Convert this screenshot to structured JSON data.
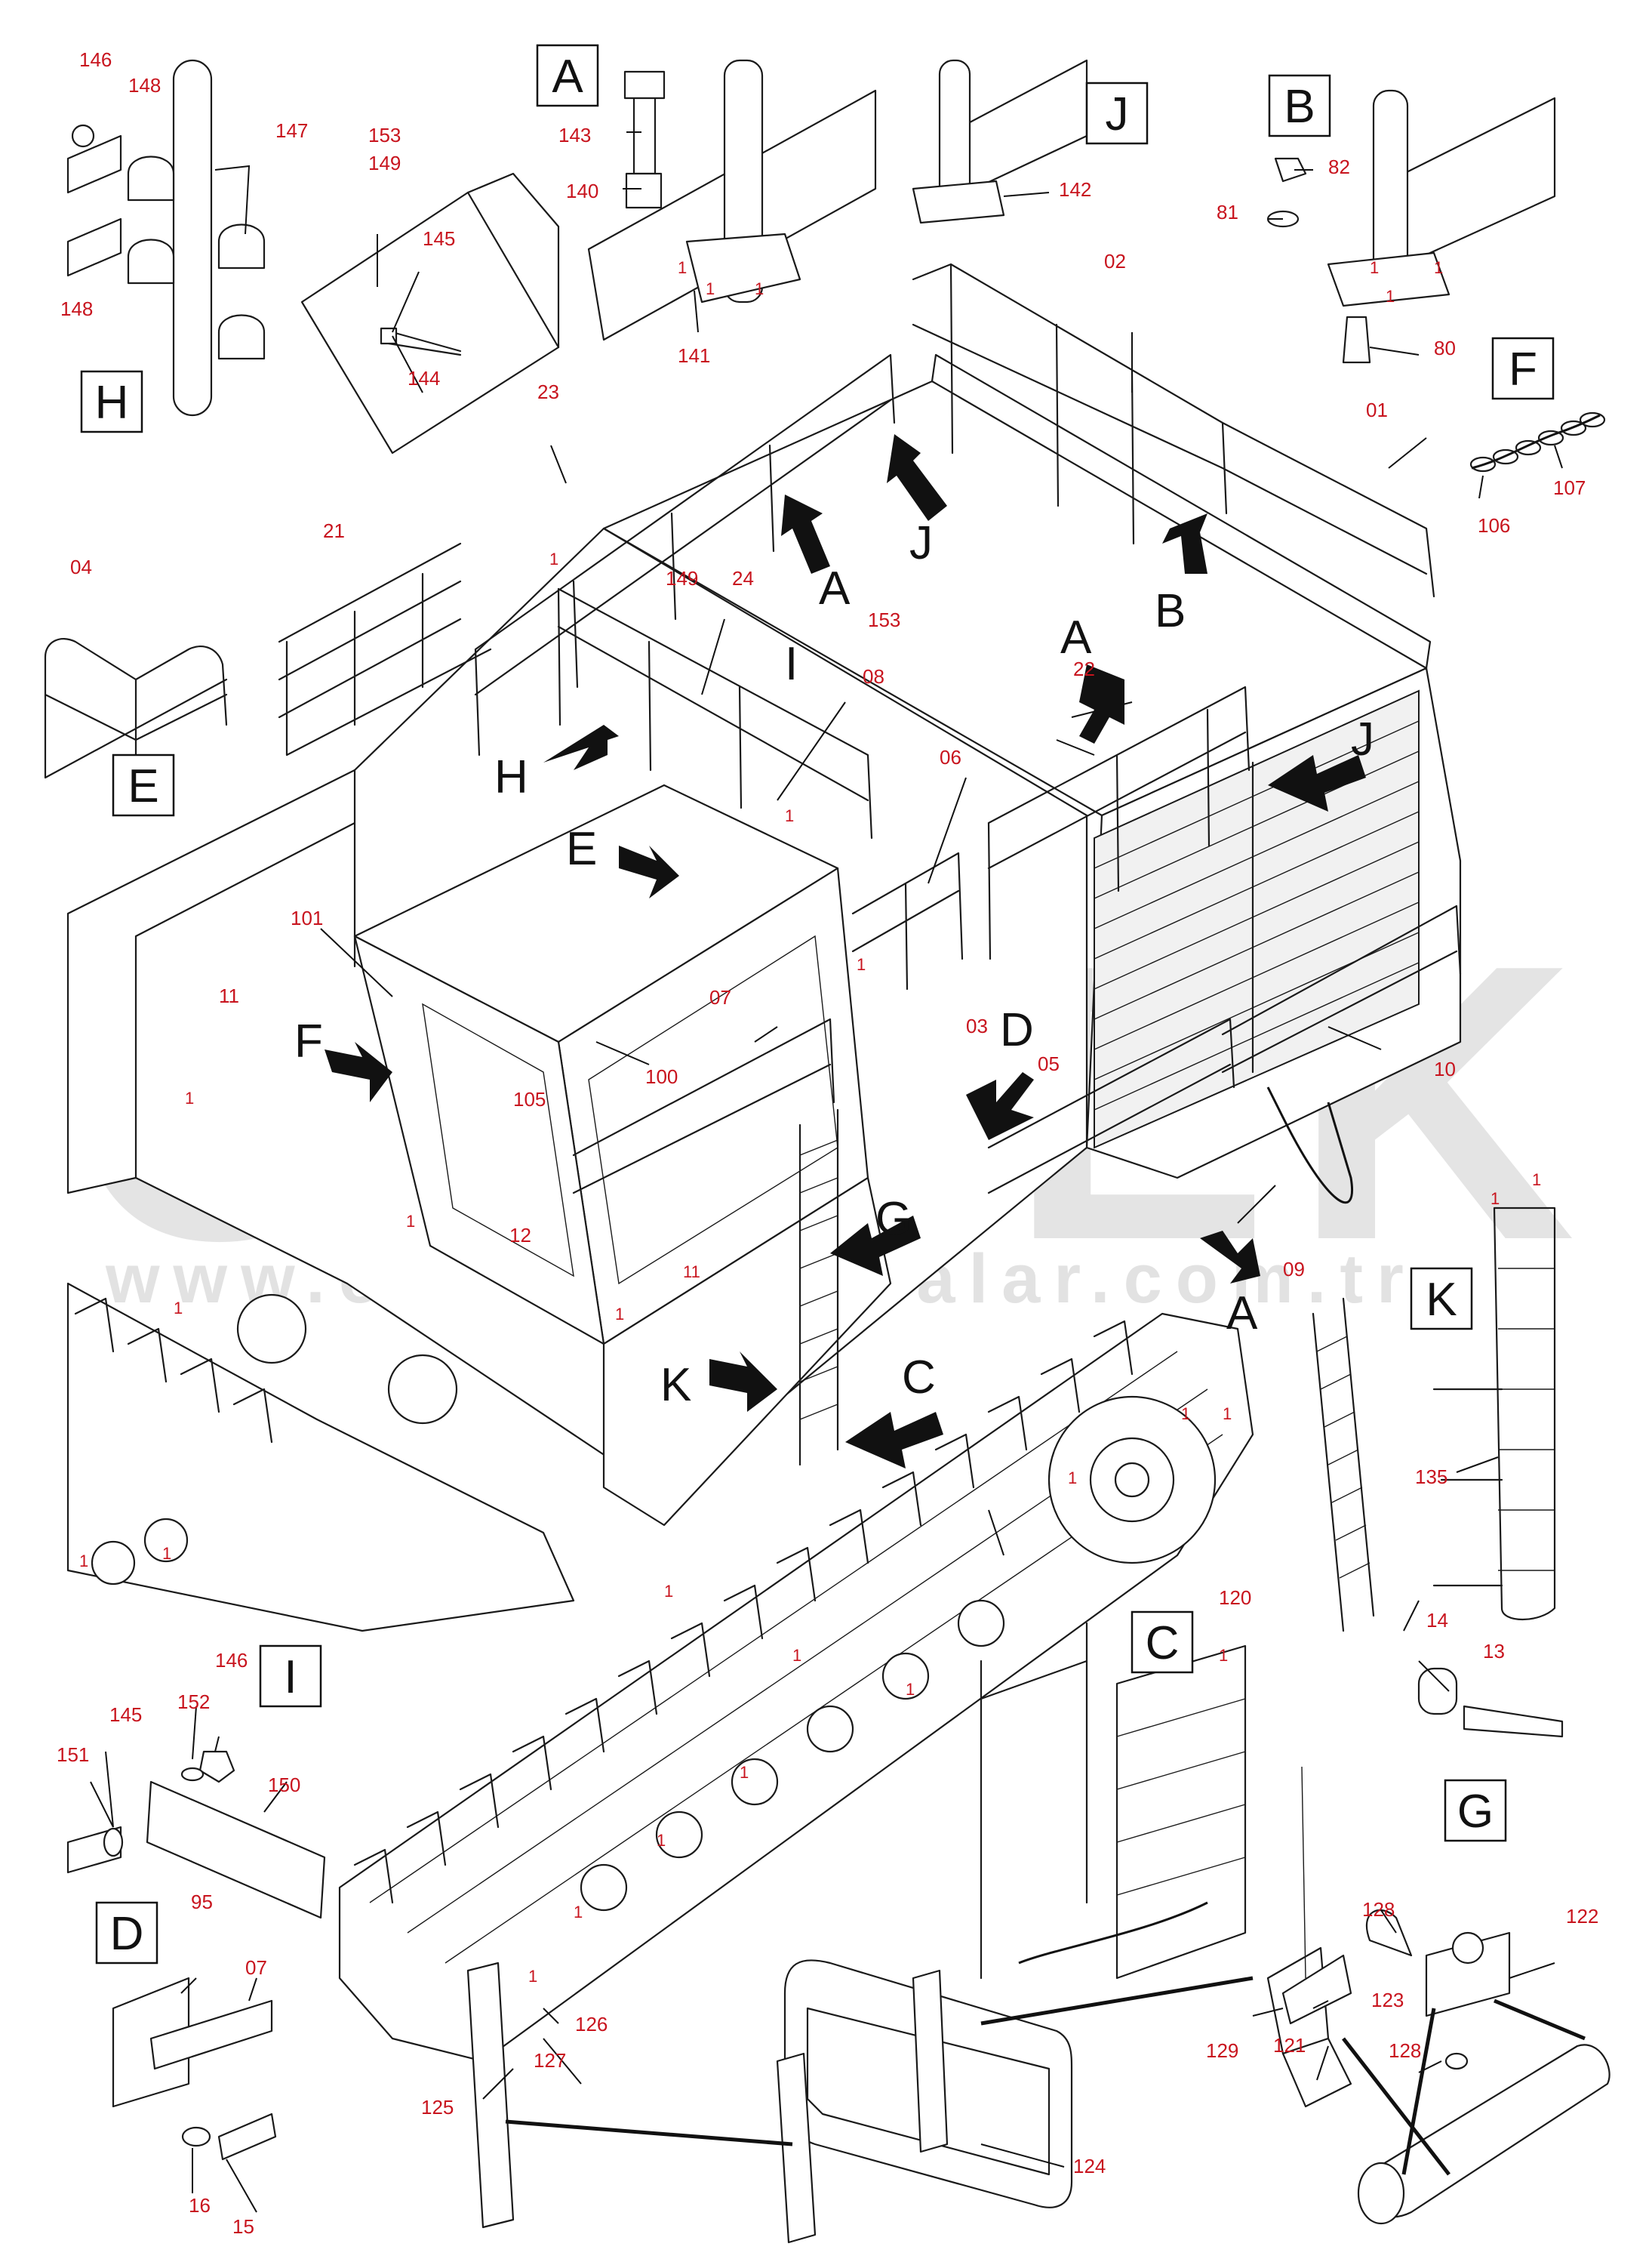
{
  "watermark": {
    "brand": "ÖRNEK",
    "url": "www.orneksmakinalar.com.tr",
    "accent_color": "#f1cf7a"
  },
  "view_letters": {
    "A": "A",
    "B": "B",
    "C": "C",
    "D": "D",
    "E": "E",
    "F": "F",
    "G": "G",
    "H": "H",
    "I": "I",
    "J": "J",
    "K": "K"
  },
  "callouts": {
    "c01": "01",
    "c02": "02",
    "c03": "03",
    "c04": "04",
    "c05": "05",
    "c06": "06",
    "c07": "07",
    "c07b": "07",
    "c08": "08",
    "c09": "09",
    "c10": "10",
    "c11": "11",
    "c11b": "11",
    "c12": "12",
    "c13": "13",
    "c14": "14",
    "c15": "15",
    "c16": "16",
    "c21": "21",
    "c22": "22",
    "c23": "23",
    "c24": "24",
    "c80": "80",
    "c81": "81",
    "c82": "82",
    "c95": "95",
    "c100": "100",
    "c101": "101",
    "c105": "105",
    "c106": "106",
    "c107": "107",
    "c120": "120",
    "c121": "121",
    "c122": "122",
    "c123": "123",
    "c124": "124",
    "c125": "125",
    "c126": "126",
    "c127": "127",
    "c128": "128",
    "c128b": "128",
    "c129": "129",
    "c135": "135",
    "c140": "140",
    "c141": "141",
    "c142": "142",
    "c143": "143",
    "c144": "144",
    "c145": "145",
    "c145b": "145",
    "c146": "146",
    "c146b": "146",
    "c147": "147",
    "c148": "148",
    "c148b": "148",
    "c149": "149",
    "c149b": "149",
    "c150": "150",
    "c151": "151",
    "c152": "152",
    "c153": "153",
    "c153b": "153"
  },
  "qty_marker": "1"
}
